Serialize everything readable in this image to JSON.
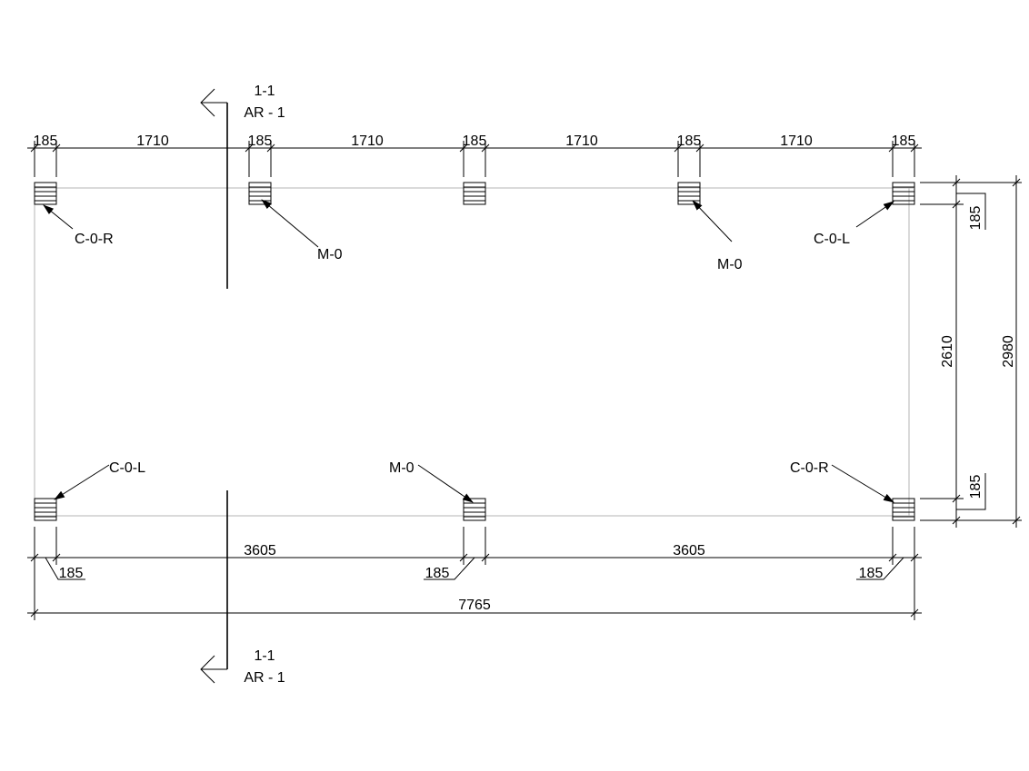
{
  "section_top": {
    "id": "1-1",
    "sheet": "AR - 1"
  },
  "section_bottom": {
    "id": "1-1",
    "sheet": "AR - 1"
  },
  "dims_top": [
    "185",
    "1710",
    "185",
    "1710",
    "185",
    "1710",
    "185",
    "1710",
    "185"
  ],
  "dims_right": {
    "top": "185",
    "middle": "2610",
    "bottom": "185",
    "overall": "2980"
  },
  "dims_bottom": {
    "left": "185",
    "span1": "3605",
    "mid": "185",
    "span2": "3605",
    "right": "185",
    "overall": "7765"
  },
  "tags_top": [
    "C-0-R",
    "M-0",
    "M-0",
    "C-0-L"
  ],
  "tags_bottom": [
    "C-0-L",
    "M-0",
    "C-0-R"
  ]
}
